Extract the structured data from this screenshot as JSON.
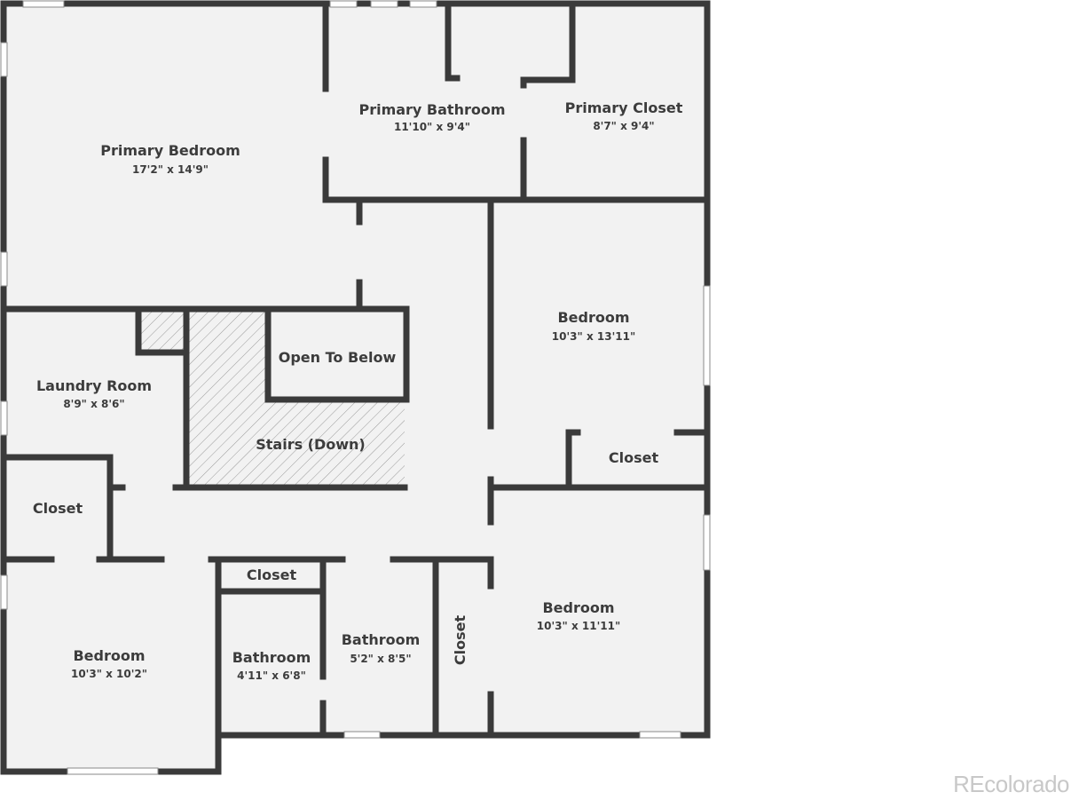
{
  "plan": {
    "colors": {
      "wall": "#3a3a3a",
      "floor": "#f2f2f2",
      "hatch": "#9a9a9a",
      "window": "#ffffff"
    },
    "rooms": {
      "primary_bedroom": {
        "name": "Primary Bedroom",
        "dim": "17'2\" x 14'9\""
      },
      "primary_bathroom": {
        "name": "Primary Bathroom",
        "dim": "11'10\" x 9'4\""
      },
      "primary_closet": {
        "name": "Primary Closet",
        "dim": "8'7\" x 9'4\""
      },
      "bedroom_ne": {
        "name": "Bedroom",
        "dim": "10'3\" x 13'11\""
      },
      "closet_ne": {
        "name": "Closet"
      },
      "open_to_below": {
        "name": "Open To Below"
      },
      "stairs": {
        "name": "Stairs (Down)"
      },
      "laundry": {
        "name": "Laundry Room",
        "dim": "8'9\" x 8'6\""
      },
      "closet_w": {
        "name": "Closet"
      },
      "bedroom_sw": {
        "name": "Bedroom",
        "dim": "10'3\" x 10'2\""
      },
      "closet_mid": {
        "name": "Closet"
      },
      "bathroom_small": {
        "name": "Bathroom",
        "dim": "4'11\" x 6'8\""
      },
      "bathroom_mid": {
        "name": "Bathroom",
        "dim": "5'2\" x 8'5\""
      },
      "closet_vert": {
        "name": "Closet"
      },
      "bedroom_se": {
        "name": "Bedroom",
        "dim": "10'3\" x 11'11\""
      }
    }
  },
  "watermark": "REcolorado"
}
